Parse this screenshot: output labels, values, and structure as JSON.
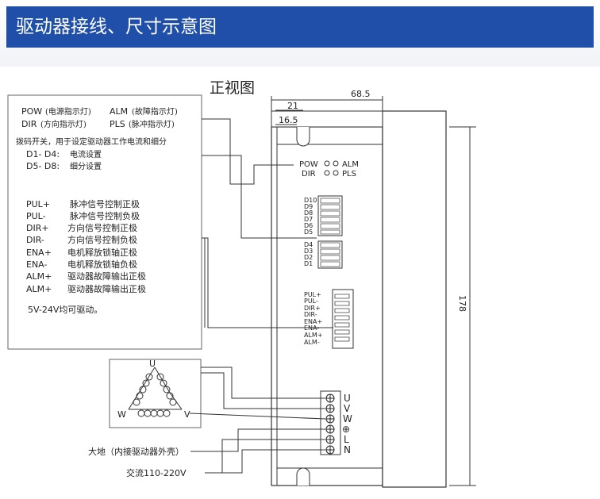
{
  "header": {
    "title": "驱动器接线、尺寸示意图"
  },
  "view_title": "正视图",
  "dimensions": {
    "width": "68.5",
    "offset_a": "21",
    "offset_b": "16.5",
    "height": "178"
  },
  "legend": {
    "pow": "POW",
    "pow_desc": "(电源指示灯)",
    "alm": "ALM",
    "alm_desc": "(故障指示灯)",
    "dir": "DIR",
    "dir_desc": "(方向指示灯)",
    "pls": "PLS",
    "pls_desc": "(脉冲指示灯)",
    "dip_intro": "拨码开关，用于设定驱动器工作电流和细分",
    "d1_d4": "D1- D4:",
    "d1_d4_desc": "电流设置",
    "d5_d8": "D5- D8:",
    "d5_d8_desc": "细分设置"
  },
  "signals": [
    {
      "name": "PUL+",
      "desc": "脉冲信号控制正极"
    },
    {
      "name": "PUL-",
      "desc": "脉冲信号控制负极"
    },
    {
      "name": "DIR+",
      "desc": "方向信号控制正极"
    },
    {
      "name": "DIR-",
      "desc": "方向信号控制负极"
    },
    {
      "name": "ENA+",
      "desc": "电机释放锁轴正极"
    },
    {
      "name": "ENA-",
      "desc": "电机释放锁轴负极"
    },
    {
      "name": "ALM+",
      "desc": "驱动器故障输出正极"
    },
    {
      "name": "ALM+",
      "desc": "驱动器故障输出正极"
    }
  ],
  "voltage_note": "5V-24V均可驱动。",
  "panel": {
    "led_row1_left": "POW",
    "led_row1_right": "ALM",
    "led_row2_left": "DIR",
    "led_row2_right": "PLS",
    "dip_labels_top": [
      "D10",
      "D9",
      "D8",
      "D7",
      "D6",
      "D5"
    ],
    "dip_labels_bottom": [
      "D4",
      "D3",
      "D2",
      "D1"
    ],
    "signal_labels": [
      "PUL+",
      "PUL-",
      "DIR+",
      "DIR-",
      "ENA+",
      "ENA-",
      "ALM+",
      "ALM-"
    ],
    "terminal_labels": [
      "U",
      "V",
      "W",
      "⊕",
      "L",
      "N"
    ]
  },
  "motor": {
    "u": "U",
    "v": "V",
    "w": "W"
  },
  "ground_label": "大地（内接驱动器外壳）",
  "ac_label": "交流110-220V"
}
